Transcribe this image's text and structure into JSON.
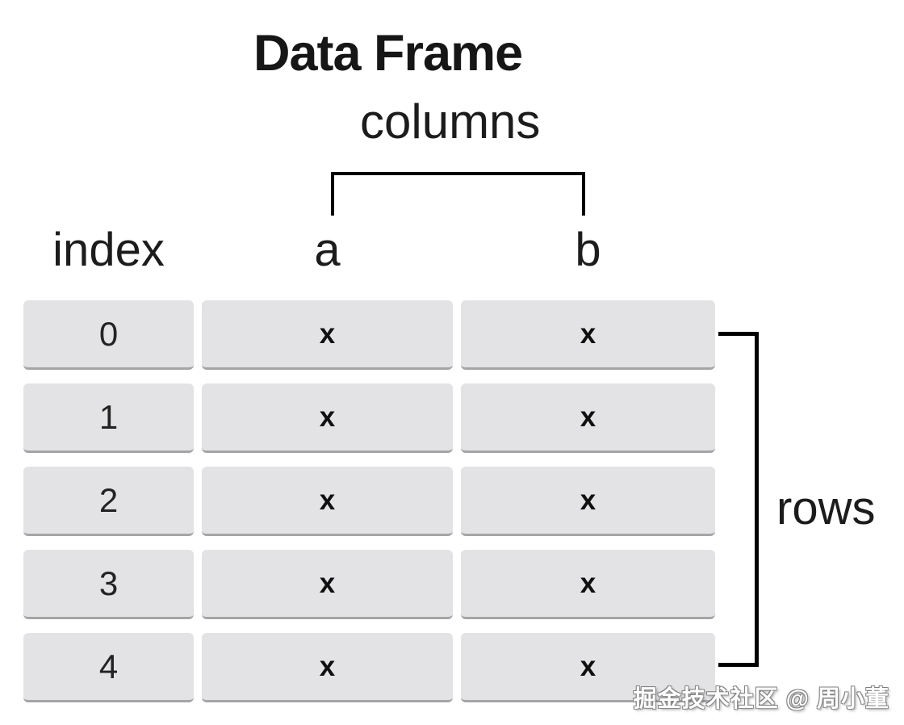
{
  "title": "Data Frame",
  "annotations": {
    "columns_label": "columns",
    "rows_label": "rows"
  },
  "table": {
    "index_header": "index",
    "column_headers": {
      "a": "a",
      "b": "b"
    },
    "rows": [
      {
        "index": "0",
        "a": "x",
        "b": "x"
      },
      {
        "index": "1",
        "a": "x",
        "b": "x"
      },
      {
        "index": "2",
        "a": "x",
        "b": "x"
      },
      {
        "index": "3",
        "a": "x",
        "b": "x"
      },
      {
        "index": "4",
        "a": "x",
        "b": "x"
      }
    ]
  },
  "watermark": "掘金技术社区 @ 周小董",
  "colors": {
    "box_fill": "#e3e3e5",
    "box_edge": "#a5a5a8",
    "line": "#000000",
    "text": "#161616"
  }
}
